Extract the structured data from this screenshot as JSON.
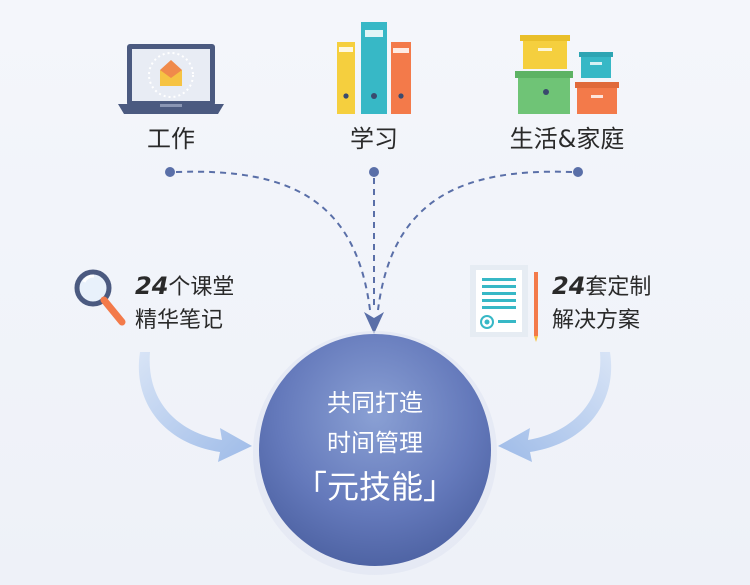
{
  "categories": {
    "work": "工作",
    "study": "学习",
    "life": "生活&家庭"
  },
  "left_feature": {
    "number": "24",
    "line1_rest": "个课堂",
    "line2": "精华笔记"
  },
  "right_feature": {
    "number": "24",
    "line1_rest": "套定制",
    "line2": "解决方案"
  },
  "center": {
    "line1": "共同打造",
    "line2": "时间管理",
    "line3": "「元技能」"
  },
  "colors": {
    "dot_line": "#5a6fa8",
    "arrow_light": "#a9c3ea",
    "circle_top": "#8096cc",
    "circle_bottom": "#4e64a6",
    "book_yellow": "#f5cf3e",
    "book_teal": "#37b8c6",
    "book_orange": "#f37a4a",
    "box_green": "#6fc476",
    "laptop_frame": "#4b5a80"
  }
}
